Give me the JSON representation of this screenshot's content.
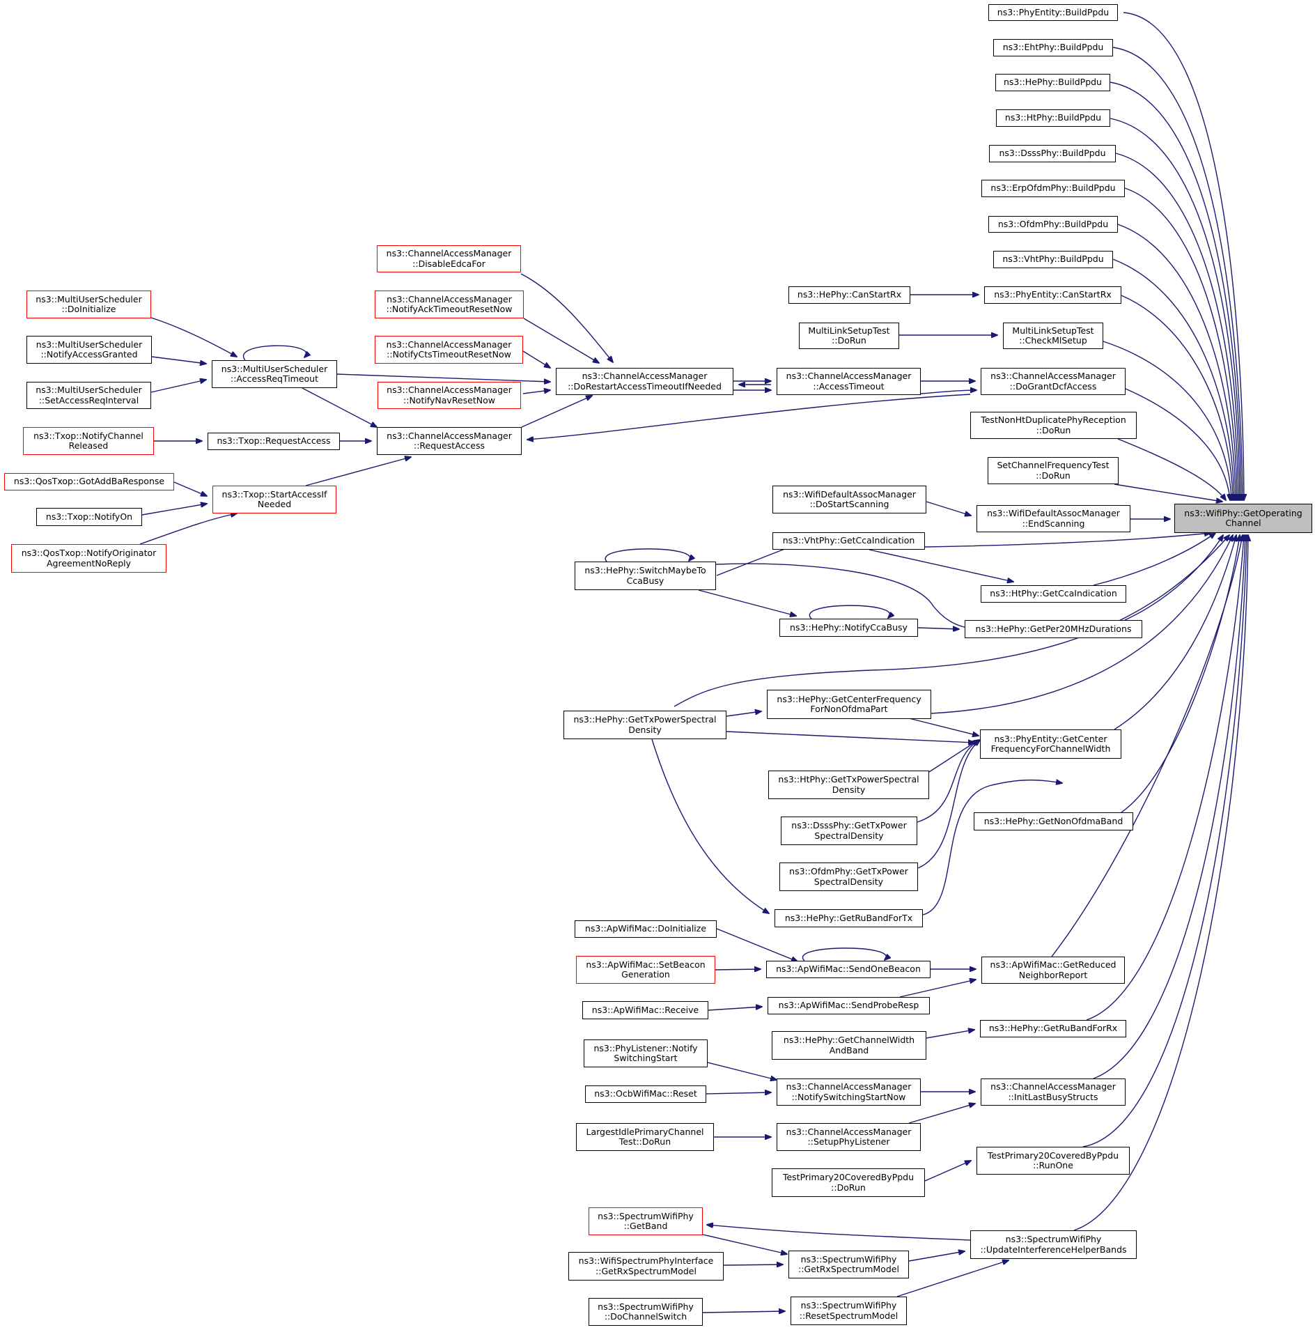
{
  "colors": {
    "edge": "#191970",
    "node_border": "#000000",
    "truncated_border": "#ff0000",
    "root_fill": "#bfbfbf"
  },
  "nodes": {
    "root": "ns3::WifiPhy::GetOperating\nChannel",
    "phyentity_buildppdu": "ns3::PhyEntity::BuildPpdu",
    "ehtphy_buildppdu": "ns3::EhtPhy::BuildPpdu",
    "hephy_buildppdu": "ns3::HePhy::BuildPpdu",
    "htphy_buildppdu": "ns3::HtPhy::BuildPpdu",
    "dsssphy_buildppdu": "ns3::DsssPhy::BuildPpdu",
    "erpofdmphy_buildppdu": "ns3::ErpOfdmPhy::BuildPpdu",
    "ofdmphy_buildppdu": "ns3::OfdmPhy::BuildPpdu",
    "vhtphy_buildppdu": "ns3::VhtPhy::BuildPpdu",
    "phyentity_canstartrx": "ns3::PhyEntity::CanStartRx",
    "hephy_canstartrx": "ns3::HePhy::CanStartRx",
    "mlst_checkmlsetup": "MultiLinkSetupTest\n::CheckMlSetup",
    "mlst_dorun": "MultiLinkSetupTest\n::DoRun",
    "cam_dograntdcfaccess": "ns3::ChannelAccessManager\n::DoGrantDcfAccess",
    "cam_accesstimeout": "ns3::ChannelAccessManager\n::AccessTimeout",
    "cam_dorestart": "ns3::ChannelAccessManager\n::DoRestartAccessTimeoutIfNeeded",
    "cam_disableedcafor": "ns3::ChannelAccessManager\n::DisableEdcaFor",
    "cam_notifyack": "ns3::ChannelAccessManager\n::NotifyAckTimeoutResetNow",
    "cam_notifycts": "ns3::ChannelAccessManager\n::NotifyCtsTimeoutResetNow",
    "cam_notifynav": "ns3::ChannelAccessManager\n::NotifyNavResetNow",
    "cam_requestaccess": "ns3::ChannelAccessManager\n::RequestAccess",
    "mus_accessreqtimeout": "ns3::MultiUserScheduler\n::AccessReqTimeout",
    "mus_doinitialize": "ns3::MultiUserScheduler\n::DoInitialize",
    "mus_notifyaccessgranted": "ns3::MultiUserScheduler\n::NotifyAccessGranted",
    "mus_setaccessreqinterval": "ns3::MultiUserScheduler\n::SetAccessReqInterval",
    "txop_requestaccess": "ns3::Txop::RequestAccess",
    "txop_notifychannelreleased": "ns3::Txop::NotifyChannel\nReleased",
    "txop_startaccessifneeded": "ns3::Txop::StartAccessIf\nNeeded",
    "qostxop_gotaddba": "ns3::QosTxop::GotAddBaResponse",
    "txop_notifyon": "ns3::Txop::NotifyOn",
    "qostxop_notifyoriginator": "ns3::QosTxop::NotifyOriginator\nAgreementNoReply",
    "tnhtdpr_dorun": "TestNonHtDuplicatePhyReception\n::DoRun",
    "scft_dorun": "SetChannelFrequencyTest\n::DoRun",
    "wdam_endscanning": "ns3::WifiDefaultAssocManager\n::EndScanning",
    "wdam_dostartscanning": "ns3::WifiDefaultAssocManager\n::DoStartScanning",
    "vhtphy_getcca": "ns3::VhtPhy::GetCcaIndication",
    "hephy_switchmaybe": "ns3::HePhy::SwitchMaybeTo\nCcaBusy",
    "htphy_getcca": "ns3::HtPhy::GetCcaIndication",
    "hephy_notifyccabusy": "ns3::HePhy::NotifyCcaBusy",
    "hephy_getper20": "ns3::HePhy::GetPer20MHzDurations",
    "hephy_getcenterfreq": "ns3::HePhy::GetCenterFrequency\nForNonOfdmaPart",
    "hephy_gettxpsd": "ns3::HePhy::GetTxPowerSpectral\nDensity",
    "phyentity_getcenterfreq": "ns3::PhyEntity::GetCenter\nFrequencyForChannelWidth",
    "htphy_gettxpsd": "ns3::HtPhy::GetTxPowerSpectral\nDensity",
    "dsssphy_gettxpsd": "ns3::DsssPhy::GetTxPower\nSpectralDensity",
    "ofdmphy_gettxpsd": "ns3::OfdmPhy::GetTxPower\nSpectralDensity",
    "hephy_getnonofdmaband": "ns3::HePhy::GetNonOfdmaBand",
    "hephy_getrubandfortx": "ns3::HePhy::GetRuBandForTx",
    "apwifimac_doinitialize": "ns3::ApWifiMac::DoInitialize",
    "apwifimac_sendonebeacon": "ns3::ApWifiMac::SendOneBeacon",
    "apwifimac_setbeacongen": "ns3::ApWifiMac::SetBeacon\nGeneration",
    "apwifimac_getrnr": "ns3::ApWifiMac::GetReduced\nNeighborReport",
    "apwifimac_receive": "ns3::ApWifiMac::Receive",
    "apwifimac_sendproberesp": "ns3::ApWifiMac::SendProbeResp",
    "hephy_getrubandforrx": "ns3::HePhy::GetRuBandForRx",
    "hephy_getchannelwidthandband": "ns3::HePhy::GetChannelWidth\nAndBand",
    "phylistener_notifyswitching": "ns3::PhyListener::Notify\nSwitchingStart",
    "cam_notifyswitchingstartnow": "ns3::ChannelAccessManager\n::NotifySwitchingStartNow",
    "cam_initlastbusystructs": "ns3::ChannelAccessManager\n::InitLastBusyStructs",
    "ocbwifimac_reset": "ns3::OcbWifiMac::Reset",
    "lipct_dorun": "LargestIdlePrimaryChannel\nTest::DoRun",
    "cam_setupphylistener": "ns3::ChannelAccessManager\n::SetupPhyListener",
    "tp20cbp_runone": "TestPrimary20CoveredByPpdu\n::RunOne",
    "tp20cbp_dorun": "TestPrimary20CoveredByPpdu\n::DoRun",
    "swp_getband": "ns3::SpectrumWifiPhy\n::GetBand",
    "swp_updateinterference": "ns3::SpectrumWifiPhy\n::UpdateInterferenceHelperBands",
    "wspi_getrxspectrummodel": "ns3::WifiSpectrumPhyInterface\n::GetRxSpectrumModel",
    "swp_getrxspectrummodel": "ns3::SpectrumWifiPhy\n::GetRxSpectrumModel",
    "swp_dochannelswitch": "ns3::SpectrumWifiPhy\n::DoChannelSwitch",
    "swp_resetspectrummodel": "ns3::SpectrumWifiPhy\n::ResetSpectrumModel"
  }
}
